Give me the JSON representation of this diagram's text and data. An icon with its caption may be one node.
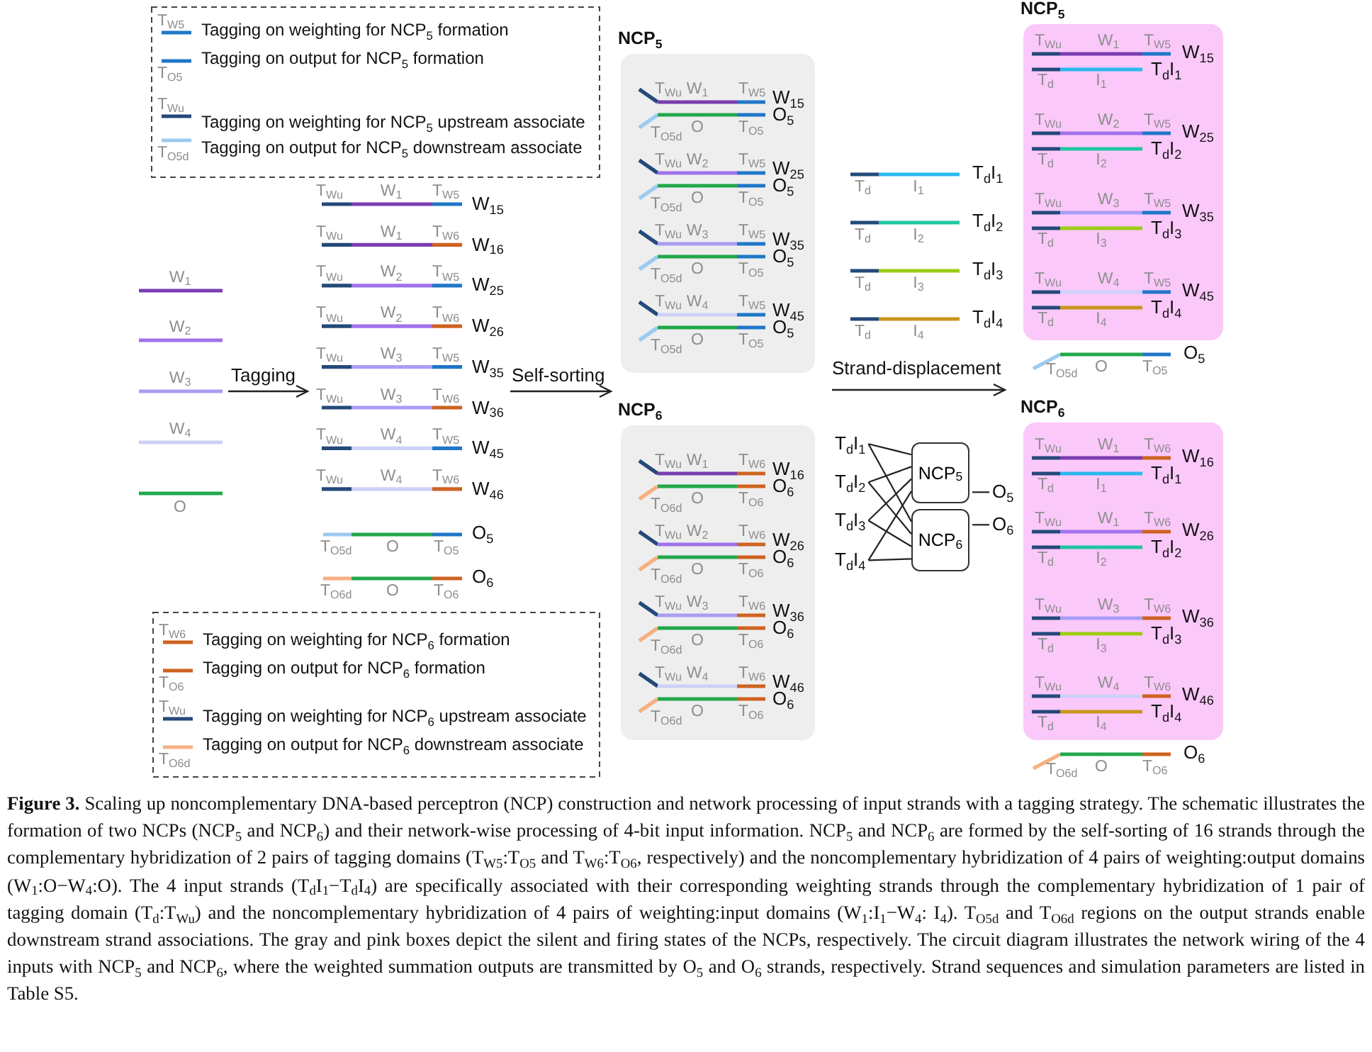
{
  "diagram": {
    "nodes": [
      {
        "text": [
          "NCP$_{5}$",
          "T$_{Wu}$",
          "W$_{1}$",
          "T$_{W5}$",
          "W$_{15}$",
          "O$_{5}$",
          "T$_{O5d}$",
          "O",
          "T$_{O5}$",
          "T$_{Wu}$",
          "W$_{2}$",
          "T$_{W5}$",
          "W$_{25}$",
          "O$_{5}$",
          "T$_{O5d}$",
          "O",
          "T$_{O5}$",
          "T$_{Wu}$",
          "W$_{3}$",
          "T$_{W5}$",
          "W$_{35}$",
          "O$_{5}$",
          "T$_{O5d}$",
          "O",
          "T$_{O5}$",
          "T$_{Wu}$",
          "W$_{4}$",
          "T$_{W5}$",
          "W$_{45}$",
          "O$_{5}$",
          "T$_{O5d}$",
          "O",
          "T$_{O5}$"
        ]
      },
      {
        "text": [
          "NCP$_{6}$",
          "T$_{Wu}$",
          "W$_{1}$",
          "T$_{W6}$",
          "W$_{16}$",
          "O$_{6}$",
          "T$_{O6d}$",
          "O",
          "T$_{O6}$",
          "T$_{Wu}$",
          "W$_{2}$",
          "T$_{W6}$",
          "W$_{26}$",
          "O$_{6}$",
          "T$_{O6d}$",
          "O",
          "T$_{O6}$",
          "T$_{Wu}$",
          "W$_{3}$",
          "T$_{W6}$",
          "W$_{36}$",
          "O$_{6}$",
          "T$_{O6d}$",
          "O",
          "T$_{O6}$",
          "T$_{Wu}$",
          "W$_{4}$",
          "T$_{W6}$",
          "W$_{46}$",
          "O$_{6}$",
          "T$_{O6d}$",
          "O",
          "T$_{O6}$"
        ]
      },
      {
        "text": [
          "NCP$_{5}$",
          "T$_{Wu}$",
          "W$_{1}$",
          "T$_{W5}$",
          "W$_{15}$",
          "T$_{d}$I$_{1}$",
          "T$_{d}$",
          "I$_{1}$",
          "T$_{Wu}$",
          "W$_{2}$",
          "T$_{W5}$",
          "W$_{25}$",
          "T$_{d}$I$_{2}$",
          "T$_{d}$",
          "I$_{2}$",
          "T$_{Wu}$",
          "W$_{3}$",
          "T$_{W5}$",
          "W$_{35}$",
          "T$_{d}$I$_{3}$",
          "T$_{d}$",
          "I$_{3}$",
          "T$_{Wu}$",
          "W$_{4}$",
          "T$_{W5}$",
          "W$_{45}$",
          "T$_{d}$I$_{4}$",
          "T$_{d}$",
          "I$_{4}$"
        ]
      },
      {
        "text": [
          "NCP$_{6}$",
          "T$_{Wu}$",
          "W$_{1}$",
          "T$_{W6}$",
          "W$_{16}$",
          "T$_{d}$I$_{1}$",
          "T$_{d}$",
          "I$_{1}$",
          "T$_{Wu}$",
          "W$_{1}$",
          "T$_{W6}$",
          "W$_{26}$",
          "T$_{d}$I$_{2}$",
          "T$_{d}$",
          "I$_{2}$",
          "T$_{Wu}$",
          "W$_{3}$",
          "T$_{W6}$",
          "W$_{36}$",
          "T$_{d}$I$_{3}$",
          "T$_{d}$",
          "I$_{3}$",
          "T$_{Wu}$",
          "W$_{4}$",
          "T$_{W6}$",
          "W$_{46}$",
          "T$_{d}$I$_{4}$",
          "T$_{d}$",
          "I$_{4}$"
        ]
      },
      {
        "text": [
          "T$_{d}$I$_{1}$"
        ]
      },
      {
        "text": [
          "T$_{d}$I$_{2}$"
        ]
      },
      {
        "text": [
          "T$_{d}$I$_{3}$"
        ]
      },
      {
        "text": [
          "T$_{d}$I$_{4}$"
        ]
      },
      {
        "text": [
          "NCP$_{5}$"
        ]
      },
      {
        "text": [
          "NCP$_{6}$"
        ]
      },
      {
        "text": [
          "O$_{5}$"
        ]
      },
      {
        "text": [
          "O$_{6}$"
        ]
      }
    ],
    "edges": [
      {
        "from": 4,
        "to": 8,
        "arrow": "none"
      },
      {
        "from": 4,
        "to": 9,
        "arrow": "none"
      },
      {
        "from": 5,
        "to": 8,
        "arrow": "none"
      },
      {
        "from": 5,
        "to": 9,
        "arrow": "none"
      },
      {
        "from": 6,
        "to": 8,
        "arrow": "none"
      },
      {
        "from": 6,
        "to": 9,
        "arrow": "none"
      },
      {
        "from": 7,
        "to": 8,
        "arrow": "none"
      },
      {
        "from": 7,
        "to": 9,
        "arrow": "none"
      },
      {
        "from": 8,
        "to": 10,
        "arrow": "none"
      },
      {
        "from": 9,
        "to": 11,
        "arrow": "none"
      }
    ],
    "labels": [
      "T$_{W5}$",
      "T$_{O5}$",
      "T$_{Wu}$",
      "T$_{O5d}$",
      "W$_{1}$",
      "W$_{2}$",
      "W$_{3}$",
      "W$_{4}$",
      "O",
      "Tagging",
      "T$_{Wu}$",
      "W$_{1}$",
      "T$_{W5}$",
      "W$_{15}$",
      "T$_{Wu}$",
      "W$_{1}$",
      "T$_{W6}$",
      "W$_{16}$",
      "T$_{Wu}$",
      "W$_{2}$",
      "T$_{W5}$",
      "W$_{25}$",
      "T$_{Wu}$",
      "W$_{2}$",
      "T$_{W6}$",
      "W$_{26}$",
      "T$_{Wu}$",
      "W$_{3}$",
      "T$_{W5}$",
      "W$_{35}$",
      "T$_{Wu}$",
      "W$_{3}$",
      "T$_{W6}$",
      "W$_{36}$",
      "T$_{Wu}$",
      "W$_{4}$",
      "T$_{W5}$",
      "W$_{45}$",
      "T$_{Wu}$",
      "W$_{4}$",
      "T$_{W6}$",
      "W$_{46}$",
      "T$_{O5d}$",
      "O",
      "T$_{O5}$",
      "O$_{5}$",
      "T$_{O6d}$",
      "O",
      "T$_{O6}$",
      "O$_{6}$",
      "Self-sorting",
      "T$_{W6}$",
      "T$_{O6}$",
      "T$_{Wu}$",
      "T$_{O6d}$",
      "T$_{d}$",
      "I$_{1}$",
      "T$_{d}$I$_{1}$",
      "T$_{d}$",
      "I$_{2}$",
      "T$_{d}$I$_{2}$",
      "T$_{d}$",
      "I$_{3}$",
      "T$_{d}$I$_{3}$",
      "T$_{d}$",
      "I$_{4}$",
      "T$_{d}$I$_{4}$",
      "Strand-displacement",
      "T$_{O5d}$",
      "O",
      "T$_{O5}$",
      "O$_{5}$",
      "T$_{O6d}$",
      "O",
      "T$_{O6}$",
      "O$_{6}$"
    ],
    "legend": [
      {
        "text": "Tagging on weighting for NCP$_{5}$ formation"
      },
      {
        "text": "Tagging on output for NCP$_{5}$ formation"
      },
      {
        "text": "Tagging on weighting for NCP$_{5}$ upstream associate"
      },
      {
        "text": "Tagging on output for NCP$_{5}$ downstream associate"
      },
      {
        "text": "Tagging on weighting for NCP$_{6}$ formation"
      },
      {
        "text": "Tagging on output for NCP$_{6}$ formation"
      },
      {
        "text": "Tagging on weighting for NCP$_{6}$ upstream associate"
      },
      {
        "text": "Tagging on output for NCP$_{6}$ downstream associate"
      }
    ],
    "caption": "**Figure 3.** Scaling up noncomplementary DNA-based perceptron (NCP) construction and network processing of input strands with a tagging strategy. The schematic illustrates the formation of two NCPs (NCP$_{5}$ and NCP$_{6}$) and their network-wise processing of 4-bit input information. NCP$_{5}$ and NCP$_{6}$ are formed by the self-sorting of 16 strands through the complementary hybridization of 2 pairs of tagging domains (T$_{W5}$:T$_{O5}$ and T$_{W6}$:T$_{O6}$, respectively) and the noncomplementary hybridization of 4 pairs of weighting:output domains (W$_{1}$:O−W$_{4}$:O). The 4 input strands (T$_{d}$I$_{1}$−T$_{d}$I$_{4}$) are specifically associated with their corresponding weighting strands through the complementary hybridization of 1 pair of tagging domain (T$_{d}$:T$_{Wu}$) and the noncomplementary hybridization of 4 pairs of weighting:input domains (W$_{1}$:I$_{1}$−W$_{4}$: I$_{4}$). T$_{O5d}$ and T$_{O6d}$ regions on the output strands enable downstream strand associations. The gray and pink boxes depict the silent and firing states of the NCPs, respectively. The circuit diagram illustrates the network wiring of the 4 inputs with NCP$_{5}$ and NCP$_{6}$, where the weighted summation outputs are transmitted by O$_{5}$ and O$_{6}$ strands, respectively. Strand sequences and simulation parameters are listed in Table S5."
  }
}
